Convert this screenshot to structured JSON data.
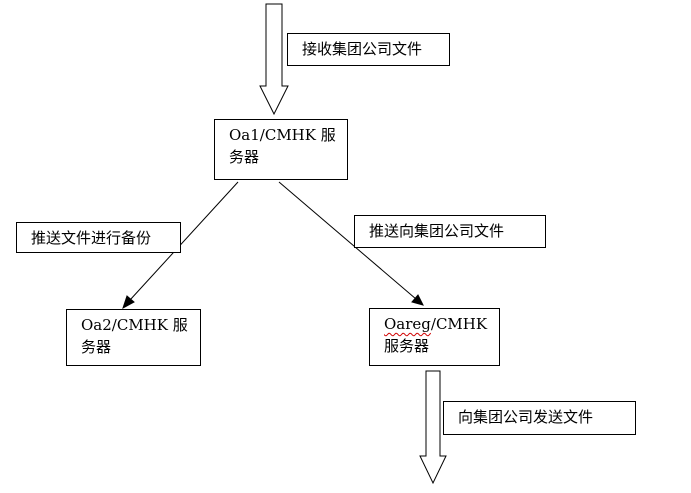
{
  "nodes": {
    "server1": {
      "line1": "Oa1/CMHK  服",
      "line2": "务器"
    },
    "server2": {
      "line1": "Oa2/CMHK  服",
      "line2": "务器"
    },
    "server3": {
      "word": "Oareg",
      "line1_rest": "/CMHK",
      "line2": "服务器"
    }
  },
  "labels": {
    "receive": "接收集团公司文件",
    "backup": "推送文件进行备份",
    "push_to_group": "推送向集团公司文件",
    "send_to_group": "向集团公司发送文件"
  },
  "colors": {
    "line": "#000000",
    "background": "#ffffff",
    "spellcheck": "#d00000"
  }
}
